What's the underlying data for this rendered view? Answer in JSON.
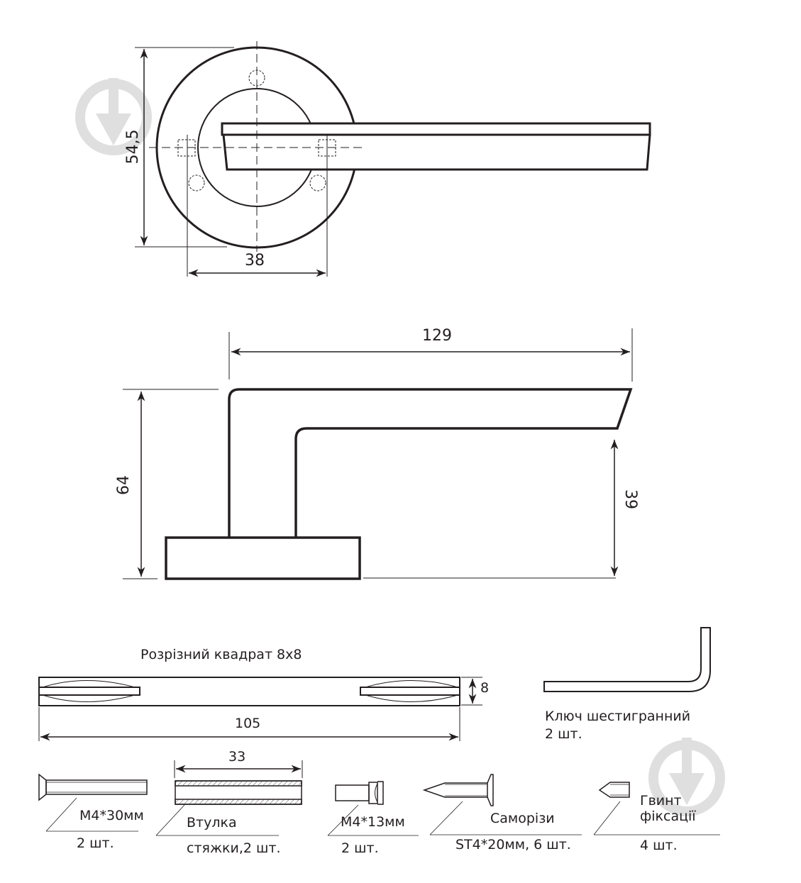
{
  "top_view": {
    "dim_height": "54,5",
    "dim_hole_spacing": "38"
  },
  "side_view": {
    "dim_length": "129",
    "dim_total_height": "64",
    "dim_lever_height": "39"
  },
  "accessories": {
    "spindle": {
      "title": "Розрізний квадрат 8х8",
      "dim_length": "105",
      "dim_size": "8"
    },
    "hex_key": {
      "name": "Ключ шестигранний",
      "qty": "2 шт."
    },
    "screw_m4_30": {
      "name": "M4*30мм",
      "qty": "2 шт."
    },
    "sleeve": {
      "dim_length": "33",
      "name": "Втулка",
      "qty": "стяжки,2 шт."
    },
    "screw_m4_13": {
      "name": "M4*13мм",
      "qty": "2 шт."
    },
    "self_tapping": {
      "name": "Саморізи",
      "qty": "ST4*20мм, 6 шт."
    },
    "set_screw": {
      "name_line1": "Гвинт",
      "name_line2": "фіксації",
      "qty": "4 шт."
    }
  },
  "colors": {
    "line": "#231f20",
    "watermark": "#dcdcdc"
  }
}
